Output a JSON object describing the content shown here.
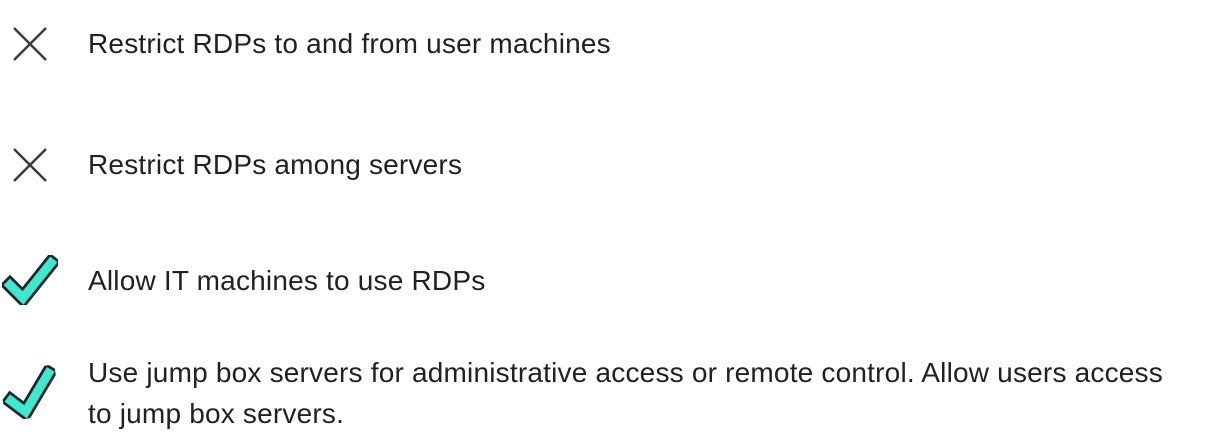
{
  "colors": {
    "background": "#ffffff",
    "text": "#202124",
    "x_mark": "#3a3d40",
    "check_fill": "#3fe9cf",
    "check_outline": "#1b262e"
  },
  "checklist": {
    "items": [
      {
        "status": "restricted",
        "icon": "x-icon",
        "text": "Restrict RDPs to and from user machines"
      },
      {
        "status": "restricted",
        "icon": "x-icon",
        "text": "Restrict RDPs among servers"
      },
      {
        "status": "allowed",
        "icon": "check-icon",
        "text": "Allow IT machines to use RDPs"
      },
      {
        "status": "allowed",
        "icon": "check-icon",
        "text": "Use jump box servers for administrative access or remote control. Allow users access to jump box servers."
      }
    ]
  }
}
